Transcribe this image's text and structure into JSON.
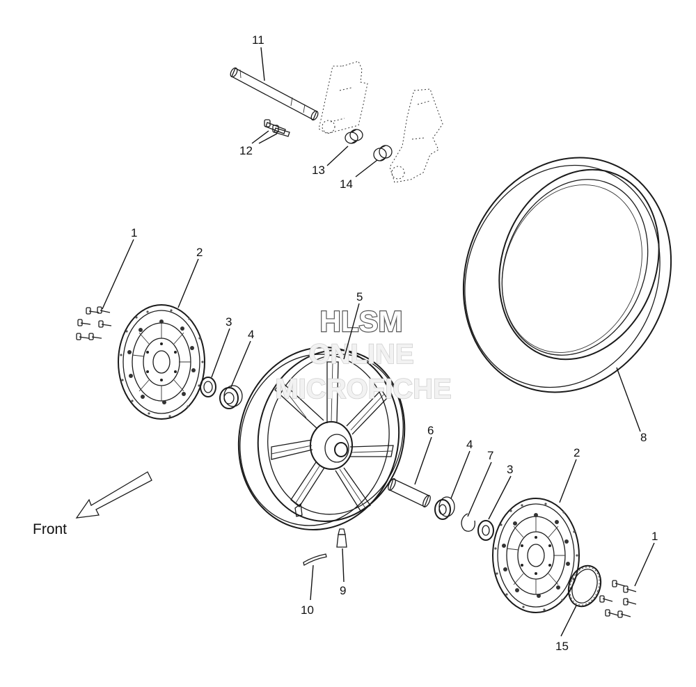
{
  "diagram": {
    "front_label": "Front",
    "watermark": {
      "line1": "HLSM",
      "line2": "ONLINE",
      "line3": "MICROFICHE"
    },
    "callouts": [
      {
        "id": "c11a",
        "label": "11"
      },
      {
        "id": "c12a",
        "label": "12"
      },
      {
        "id": "c13a",
        "label": "13"
      },
      {
        "id": "c14a",
        "label": "14"
      },
      {
        "id": "c1a",
        "label": "1"
      },
      {
        "id": "c2a",
        "label": "2"
      },
      {
        "id": "c3a",
        "label": "3"
      },
      {
        "id": "c4a",
        "label": "4"
      },
      {
        "id": "c5a",
        "label": "5"
      },
      {
        "id": "c6a",
        "label": "6"
      },
      {
        "id": "c4b",
        "label": "4"
      },
      {
        "id": "c7a",
        "label": "7"
      },
      {
        "id": "c3b",
        "label": "3"
      },
      {
        "id": "c2b",
        "label": "2"
      },
      {
        "id": "c8a",
        "label": "8"
      },
      {
        "id": "c1b",
        "label": "1"
      },
      {
        "id": "c9a",
        "label": "9"
      },
      {
        "id": "c10a",
        "label": "10"
      },
      {
        "id": "c15a",
        "label": "15"
      }
    ]
  }
}
